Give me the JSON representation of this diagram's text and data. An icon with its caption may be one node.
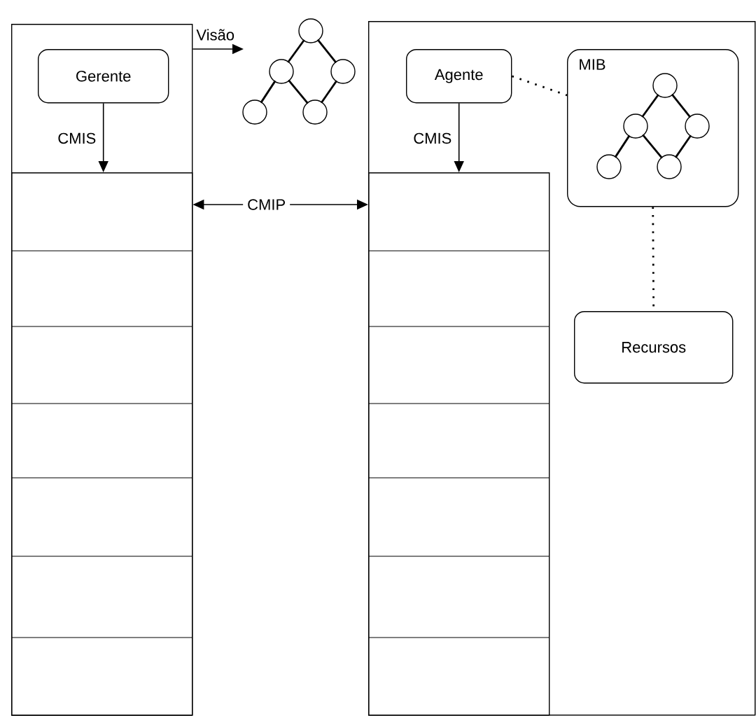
{
  "diagram": {
    "nodes": [
      {
        "text": [],
        "shape": "box"
      },
      {
        "text": [
          "Gerente"
        ],
        "in": 0
      },
      {
        "text": [],
        "shape": "box",
        "in": 0
      },
      {
        "text": [],
        "shape": "tree"
      },
      {
        "text": [],
        "shape": "box"
      },
      {
        "text": [
          "Agente"
        ],
        "in": 4
      },
      {
        "text": [
          "MIB"
        ],
        "in": 4
      },
      {
        "text": [],
        "shape": "box",
        "in": 4
      },
      {
        "text": [
          "Recursos"
        ],
        "in": 4
      }
    ],
    "edges": [
      {
        "from": 0,
        "to": 3,
        "arrow": "to",
        "label": "Visão"
      },
      {
        "from": 1,
        "to": 2,
        "arrow": "to",
        "label": "CMIS"
      },
      {
        "from": 2,
        "to": 7,
        "arrow": "both",
        "label": "CMIP"
      },
      {
        "from": 5,
        "to": 7,
        "arrow": "to",
        "label": "CMIS"
      },
      {
        "from": 5,
        "to": 6,
        "arrow": "none",
        "style": "dashed"
      },
      {
        "from": 6,
        "to": 8,
        "arrow": "none",
        "style": "dashed"
      }
    ]
  }
}
